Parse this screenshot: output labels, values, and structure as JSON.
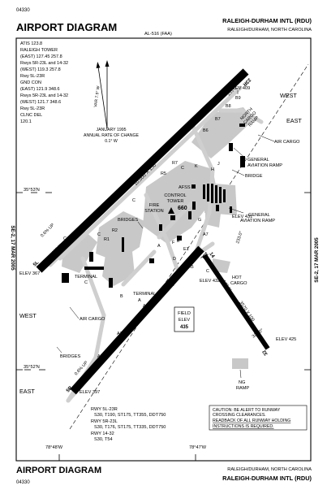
{
  "header": {
    "chart_id": "04330",
    "title": "AIRPORT DIAGRAM",
    "airport": "RALEIGH-DURHAM INTL (RDU)",
    "location": "RALEIGH/DURHAM, NORTH CAROLINA",
    "al_number": "AL-516 (FAA)"
  },
  "footer": {
    "chart_id": "04330",
    "title": "AIRPORT DIAGRAM",
    "location": "RALEIGH/DURHAM, NORTH CAROLINA",
    "airport": "RALEIGH-DURHAM INTL (RDU)"
  },
  "effective": "SE-2, 17 MAR 2005",
  "frequencies": [
    "ATIS 123.8",
    "RALEIGH TOWER",
    "(EAST) 127.45  257.8",
    "Rwys 5R-23L and 14-32",
    "(WEST) 119.3  257.8",
    "Rwy 5L-23R",
    "GND CON",
    "(EAST) 121.9  348.6",
    "Rwys 5R-23L and 14-32",
    "(WEST) 121.7  348.6",
    "Rwy 5L-23R",
    "CLNC DEL",
    "120.1"
  ],
  "variation": {
    "value": "VAR 7.9° W",
    "note": [
      "JANUARY 1995",
      "ANNUAL RATE OF CHANGE",
      "0.1° W"
    ]
  },
  "coordinates": {
    "lat_top": "35°53'N",
    "lat_bottom": "35°52'N",
    "lon_left": "78°48'W",
    "lon_right": "78°47'W"
  },
  "runways": {
    "rwy_5L_23R": {
      "dims": "10,000 X 150",
      "end_a": "5L",
      "end_b": "23R",
      "hdg_a": "053.0°",
      "hdg_b": "233.0°",
      "slope": "0.6% UP"
    },
    "rwy_5R_23L": {
      "dims": "7500 X 150",
      "end_a": "5R",
      "end_b": "23L",
      "hdg_a": "053.0°",
      "hdg_b": "233.0°",
      "slope": "0.6% UP"
    },
    "rwy_14_32": {
      "dims": "3570 X 100",
      "end_a": "14",
      "end_b": "32",
      "hdg_a": "143.0°",
      "hdg_b": "323.0°"
    }
  },
  "elevations": {
    "e409": "ELEV 409",
    "e367": "ELEV 367",
    "e431": "ELEV 431",
    "e432": "ELEV 432",
    "e425": "ELEV 425",
    "e397": "ELEV 397",
    "field_label": "FIELD",
    "field_elev": "ELEV",
    "field_value": "435"
  },
  "labels": {
    "west_top": "WEST",
    "east_top": "EAST",
    "west_bottom": "WEST",
    "east_bottom": "EAST",
    "north_cargo": [
      "NORTH",
      "CARGO",
      "RAMP"
    ],
    "air_cargo_east": "AIR CARGO",
    "ga_ramp_1": [
      "GENERAL",
      "AVIATION RAMP"
    ],
    "bridge": "BRIDGE",
    "afss": "AFSS",
    "control_tower": [
      "CONTROL",
      "TOWER"
    ],
    "tower_height": "660",
    "fire_station": [
      "FIRE",
      "STATION"
    ],
    "ga_ramp_2": [
      "GENERAL",
      "AVIATION RAMP"
    ],
    "bridges_top": "BRIDGES",
    "terminal_a": [
      "TERMINAL",
      "A"
    ],
    "terminal_c": [
      "TERMINAL",
      "C"
    ],
    "air_cargo_west": "AIR CARGO",
    "bridges_bottom": "BRIDGES",
    "hot_cargo": [
      "HOT",
      "CARGO"
    ],
    "ng_ramp": [
      "NG",
      "RAMP"
    ]
  },
  "taxiways": {
    "c1": "C",
    "c2": "C",
    "c3": "C",
    "c4": "C",
    "c5": "C",
    "a1": "A",
    "a2": "A2",
    "a3": "A3",
    "a4": "A4",
    "a5": "A5",
    "a6": "A6",
    "a7": "A7",
    "b": "B",
    "b6": "B6",
    "b7": "B7",
    "b8": "B8",
    "b9": "B9",
    "r1": "R1",
    "r2": "R2",
    "r5": "R5",
    "r7": "R7",
    "e": "E",
    "e1": "E1",
    "f": "F",
    "d": "D",
    "h": "H",
    "j": "J",
    "k": "K",
    "g": "G"
  },
  "declared": [
    "RWY 5L-23R",
    "S30, T190, ST175, TT355, DDT750",
    "RWY 5R-23L",
    "S30, T176, ST175, TT335, DDT750",
    "RWY 14-32",
    "S30, T54"
  ],
  "caution": [
    "CAUTION: BE ALERT TO RUNWAY",
    "CROSSING CLEARANCES.",
    "READBACK OF ALL RUNWAY HOLDING",
    "INSTRUCTIONS IS REQUIRED."
  ]
}
